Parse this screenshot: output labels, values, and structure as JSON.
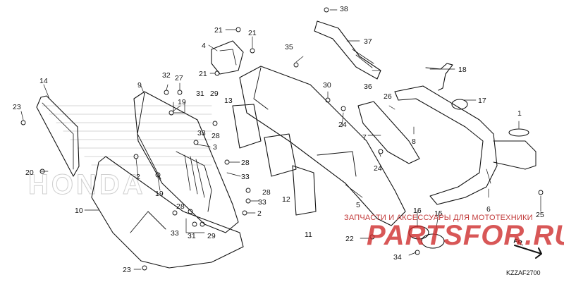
{
  "diagram": {
    "code": "KZZAF2700",
    "direction_label": "FR.",
    "honda_lettering": "HONDA",
    "accent_color": "#d9d9d9",
    "line_color": "#111111",
    "watermark": {
      "text": "ЗАПЧАСТИ И АКСЕССУАРЫ ДЛЯ МОТОТЕХНИКИ",
      "logo": "PARTSFOR.RU",
      "color": "#cc2b2b"
    },
    "callouts": [
      {
        "id": "c1",
        "label": "1"
      },
      {
        "id": "c2a",
        "label": "2"
      },
      {
        "id": "c2b",
        "label": "2"
      },
      {
        "id": "c3",
        "label": "3"
      },
      {
        "id": "c4",
        "label": "4"
      },
      {
        "id": "c5",
        "label": "5"
      },
      {
        "id": "c6",
        "label": "6"
      },
      {
        "id": "c7",
        "label": "7"
      },
      {
        "id": "c8",
        "label": "8"
      },
      {
        "id": "c9",
        "label": "9"
      },
      {
        "id": "c10",
        "label": "10"
      },
      {
        "id": "c11",
        "label": "11"
      },
      {
        "id": "c12",
        "label": "12"
      },
      {
        "id": "c13",
        "label": "13"
      },
      {
        "id": "c14",
        "label": "14"
      },
      {
        "id": "c15",
        "label": "15"
      },
      {
        "id": "c16",
        "label": "16"
      },
      {
        "id": "c17",
        "label": "17"
      },
      {
        "id": "c18",
        "label": "18"
      },
      {
        "id": "c19a",
        "label": "19"
      },
      {
        "id": "c19b",
        "label": "19"
      },
      {
        "id": "c20",
        "label": "20"
      },
      {
        "id": "c21a",
        "label": "21"
      },
      {
        "id": "c21b",
        "label": "21"
      },
      {
        "id": "c21c",
        "label": "21"
      },
      {
        "id": "c22",
        "label": "22"
      },
      {
        "id": "c23a",
        "label": "23"
      },
      {
        "id": "c23b",
        "label": "23"
      },
      {
        "id": "c24a",
        "label": "24"
      },
      {
        "id": "c24b",
        "label": "24"
      },
      {
        "id": "c25",
        "label": "25"
      },
      {
        "id": "c26",
        "label": "26"
      },
      {
        "id": "c27",
        "label": "27"
      },
      {
        "id": "c28a",
        "label": "28"
      },
      {
        "id": "c28b",
        "label": "28"
      },
      {
        "id": "c28c",
        "label": "28"
      },
      {
        "id": "c28d",
        "label": "28"
      },
      {
        "id": "c29a",
        "label": "29"
      },
      {
        "id": "c29b",
        "label": "29"
      },
      {
        "id": "c30",
        "label": "30"
      },
      {
        "id": "c31a",
        "label": "31"
      },
      {
        "id": "c31b",
        "label": "31"
      },
      {
        "id": "c32",
        "label": "32"
      },
      {
        "id": "c33a",
        "label": "33"
      },
      {
        "id": "c33b",
        "label": "33"
      },
      {
        "id": "c33c",
        "label": "33"
      },
      {
        "id": "c33d",
        "label": "33"
      },
      {
        "id": "c34",
        "label": "34"
      },
      {
        "id": "c35",
        "label": "35"
      },
      {
        "id": "c36",
        "label": "36"
      },
      {
        "id": "c37",
        "label": "37"
      },
      {
        "id": "c38",
        "label": "38"
      }
    ]
  }
}
